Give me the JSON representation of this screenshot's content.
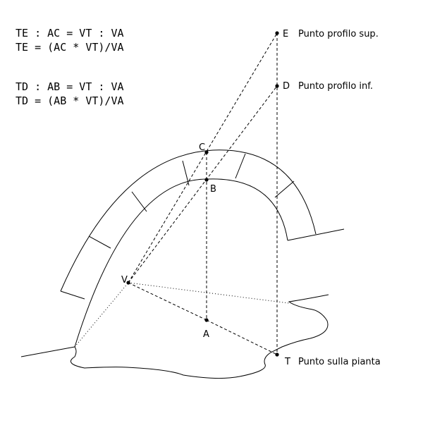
{
  "formulas": {
    "te_ratio": "TE : AC = VT : VA",
    "te_calc": "TE = (AC * VT)/VA",
    "td_ratio": "TD : AB = VT : VA",
    "td_calc": "TD = (AB * VT)/VA"
  },
  "points": {
    "E": "E",
    "D": "D",
    "C": "C",
    "B": "B",
    "V": "V",
    "A": "A",
    "T": "T"
  },
  "descriptions": {
    "E": "Punto profilo sup.",
    "D": "Punto profilo inf.",
    "T": "Punto sulla pianta"
  }
}
